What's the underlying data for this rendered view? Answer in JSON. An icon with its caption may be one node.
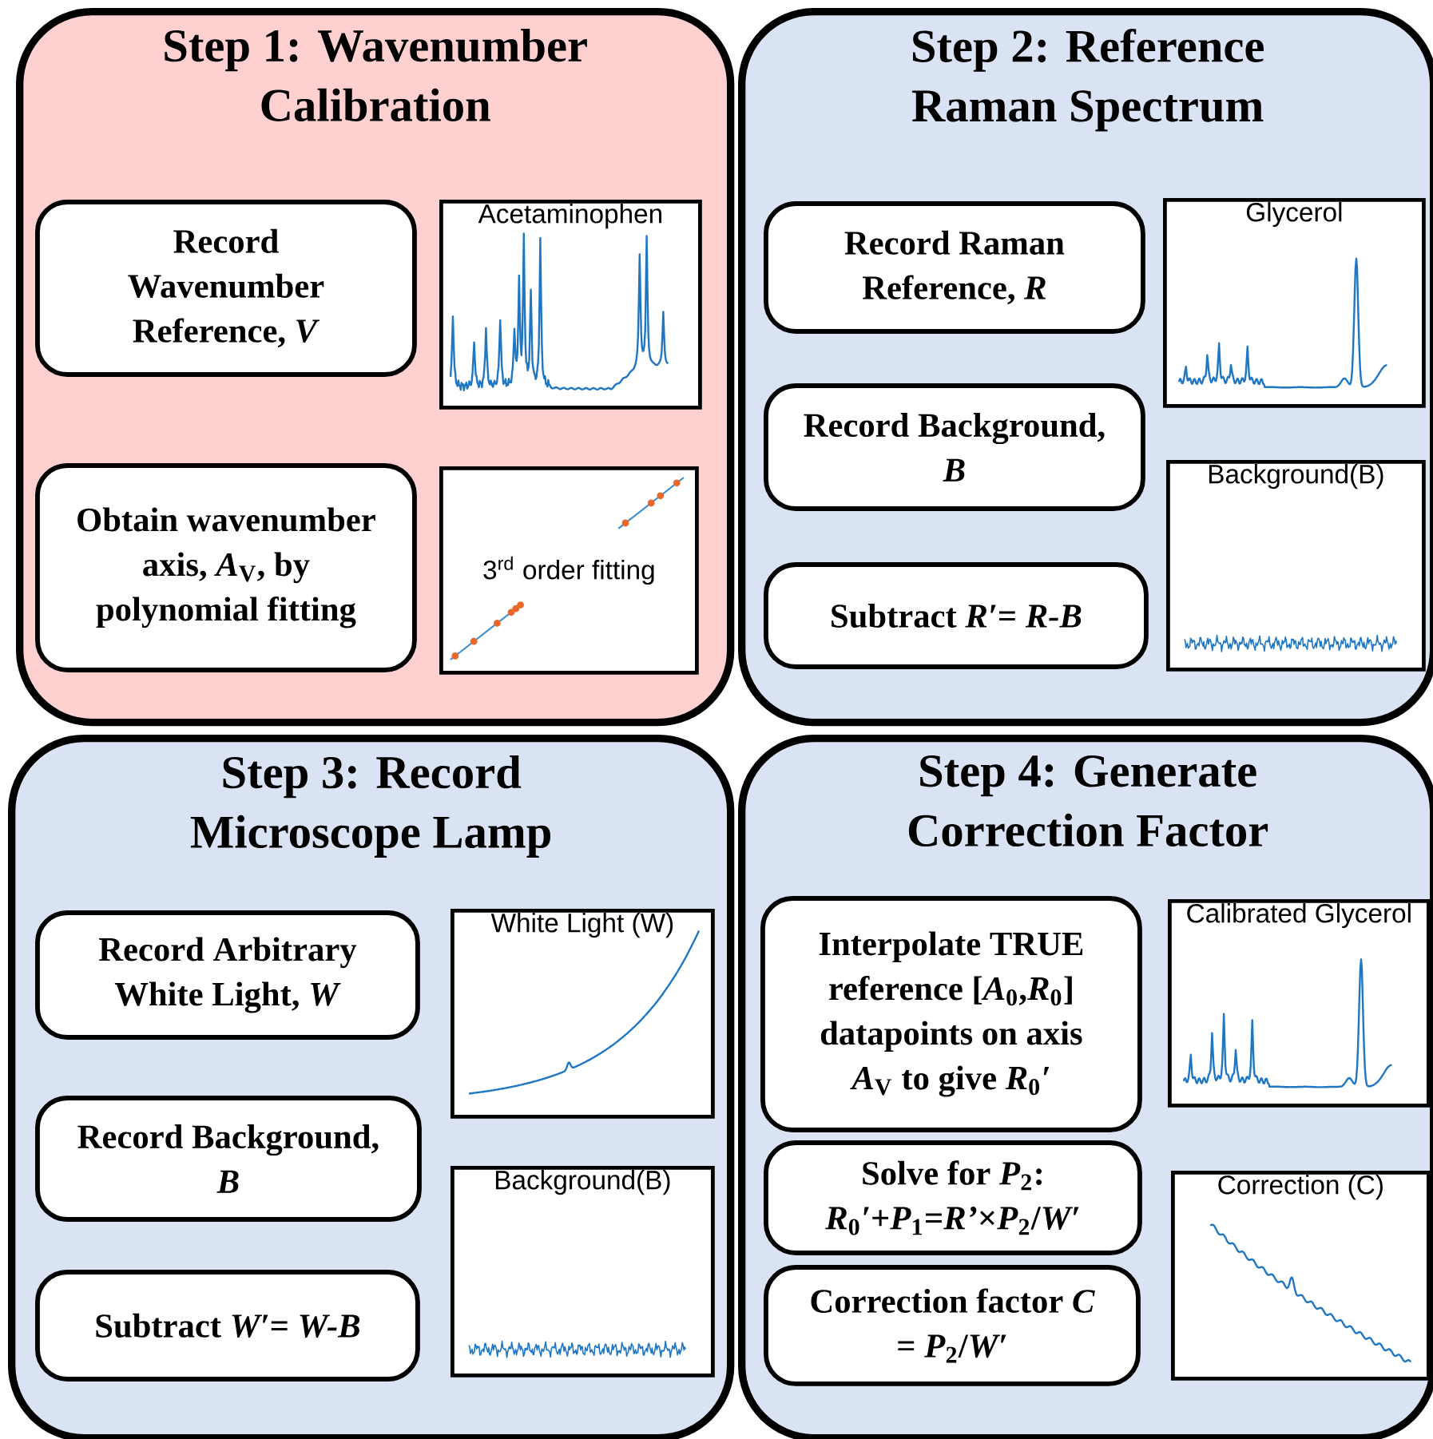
{
  "diagram": {
    "nodes": [
      {
        "text": [
          "Step 1: Wavenumber Calibration"
        ]
      },
      {
        "text": [
          "Record Wavenumber Reference, *V*"
        ],
        "in": 0
      },
      {
        "text": [
          "Acetaminophen"
        ],
        "in": 0
      },
      {
        "text": [
          "Obtain wavenumber axis, *A*$_{V}$, by polynomial fitting"
        ],
        "in": 0
      },
      {
        "text": [
          "3$^{rd}$ order fitting"
        ],
        "in": 0
      },
      {
        "text": [
          "Step 2: Reference Raman Spectrum"
        ]
      },
      {
        "text": [
          "Record Raman Reference, *R*"
        ],
        "in": 5
      },
      {
        "text": [
          "Glycerol"
        ],
        "in": 5
      },
      {
        "text": [
          "Record Background, *B*"
        ],
        "in": 5
      },
      {
        "text": [
          "Background(B)"
        ],
        "in": 5
      },
      {
        "text": [
          "Subtract *R′*= *R-B*"
        ],
        "in": 5
      },
      {
        "text": [
          "Step 3: Record Microscope Lamp"
        ]
      },
      {
        "text": [
          "Record Arbitrary White Light, *W*"
        ],
        "in": 11
      },
      {
        "text": [
          "White Light (W)"
        ],
        "in": 11
      },
      {
        "text": [
          "Record Background, *B*"
        ],
        "in": 11
      },
      {
        "text": [
          "Background(B)"
        ],
        "in": 11
      },
      {
        "text": [
          "Subtract *W′*= *W-B*"
        ],
        "in": 11
      },
      {
        "text": [
          "Step 4: Generate Correction Factor"
        ]
      },
      {
        "text": [
          "Interpolate TRUE reference [*A*$_{0}$,*R*$_{0}$] datapoints on axis *A*$_{V}$ to give *R*$_{0}$*′*"
        ],
        "in": 17
      },
      {
        "text": [
          "Calibrated Glycerol"
        ],
        "in": 17
      },
      {
        "text": [
          "Solve for *P*$_{2}$: *R*$_{0}$*′*+*P*$_{1}$=*R’*×*P*$_{2}$/*W′*"
        ],
        "in": 17
      },
      {
        "text": [
          "Correction (C)"
        ],
        "in": 17
      },
      {
        "text": [
          "Correction factor *C* = *P*$_{2}$/*W′*"
        ],
        "in": 17
      }
    ]
  }
}
